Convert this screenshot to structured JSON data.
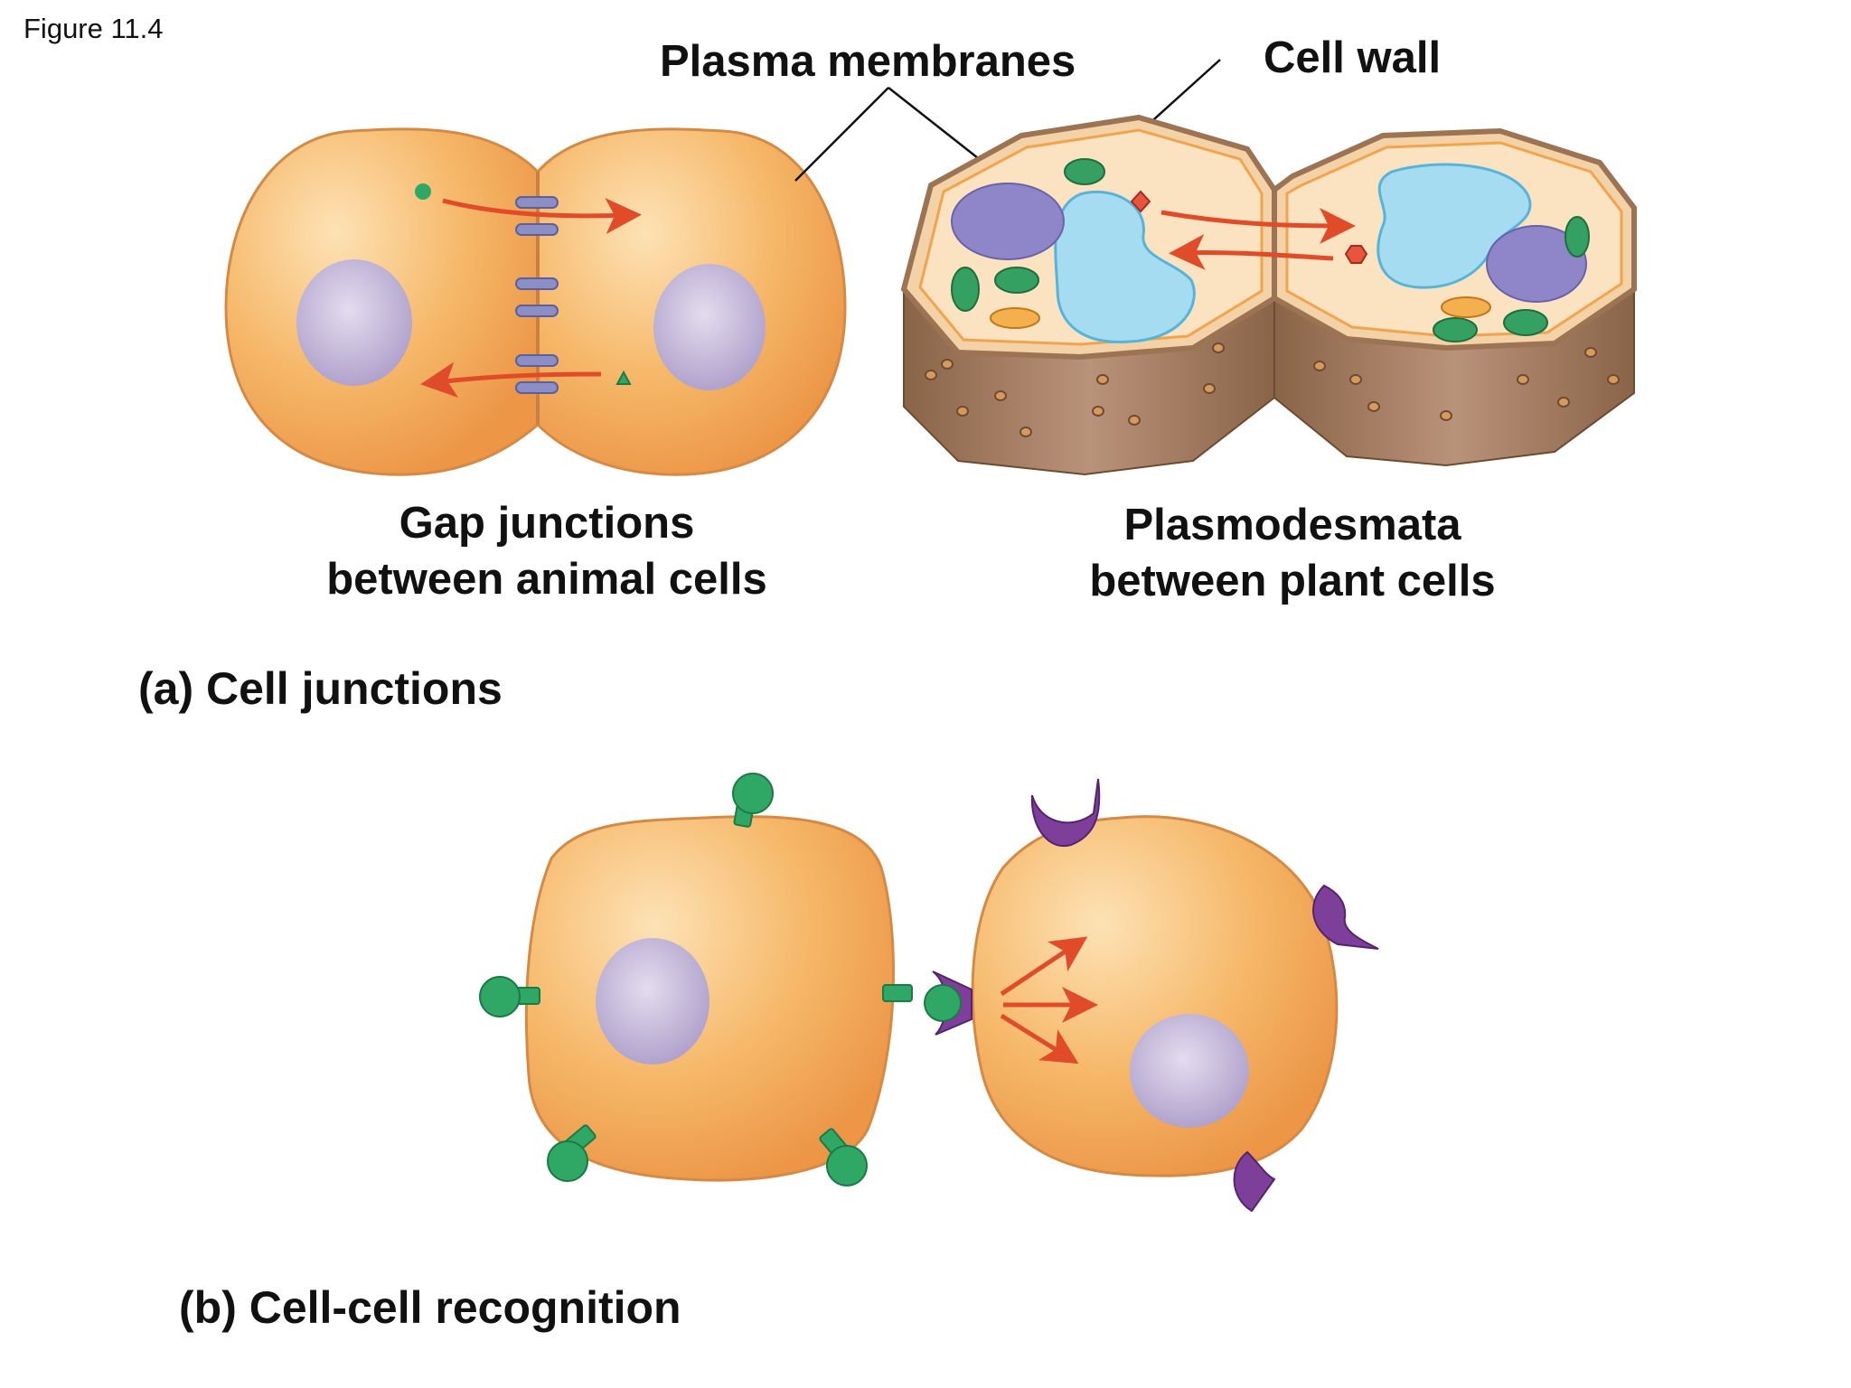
{
  "figure_label": "Figure 11.4",
  "callouts": {
    "plasma_membranes": "Plasma membranes",
    "cell_wall": "Cell wall"
  },
  "captions": {
    "gap_junctions": [
      "Gap junctions",
      "between animal cells"
    ],
    "plasmodesmata": [
      "Plasmodesmata",
      "between plant cells"
    ]
  },
  "sections": {
    "a": "(a) Cell junctions",
    "b": "(b) Cell-cell recognition"
  },
  "colors": {
    "cell_fill": "#f6b86a",
    "cell_edge": "#d48a45",
    "nucleus": "#b8a8d0",
    "vacuole": "#a6dcf2",
    "chloroplast": "#34a061",
    "transfer_arrow": "#e04c2a",
    "junction_protein": "#8c8fc6",
    "green_marker": "#2fa866",
    "purple_receptor": "#7d3f9a",
    "cell_wall_side": "#9c7453"
  },
  "icons": {
    "gap_junction": "capsule-channels",
    "molecule_circle": "green-circle",
    "molecule_triangle": "green-triangle",
    "molecule_diamond": "red-diamond",
    "molecule_hexagon": "red-hexagon",
    "surface_marker": "green-knob",
    "surface_receptor": "purple-cup"
  }
}
